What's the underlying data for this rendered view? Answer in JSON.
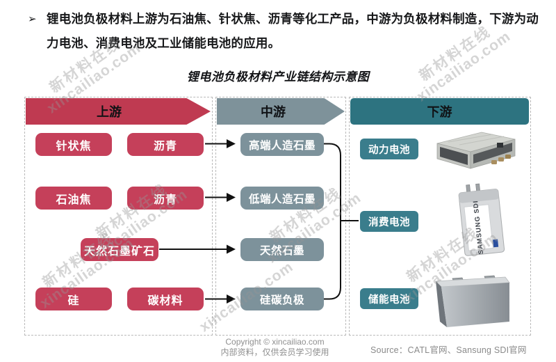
{
  "intro": {
    "bullet_glyph": "➢",
    "text": "锂电池负极材料上游为石油焦、针状焦、沥青等化工产品，中游为负极材料制造，下游为动力电池、消费电池及工业储能电池的应用。"
  },
  "title": "锂电池负极材料产业链结构示意图",
  "watermark": {
    "line1": "新材料在线",
    "line2": "xincailiao.com"
  },
  "colors": {
    "upstream_header": "#bf3a51",
    "upstream_box": "#c5405a",
    "midstream_header": "#7e929a",
    "midstream_box": "#7d929b",
    "downstream_header": "#2d7380",
    "downstream_box": "#3a7d8c",
    "connector": "#111111"
  },
  "columns": {
    "upstream": {
      "label": "上游",
      "rows": [
        {
          "boxes": [
            "针状焦",
            "沥青"
          ]
        },
        {
          "boxes": [
            "石油焦",
            "沥青"
          ]
        },
        {
          "boxes": [
            "天然石墨矿石"
          ]
        },
        {
          "boxes": [
            "硅",
            "碳材料"
          ]
        }
      ]
    },
    "midstream": {
      "label": "中游",
      "boxes": [
        "高端人造石墨",
        "低端人造石墨",
        "天然石墨",
        "硅碳负极"
      ]
    },
    "downstream": {
      "label": "下游",
      "boxes": [
        "动力电池",
        "消费电池",
        "储能电池"
      ],
      "battery_label": "SAMSUNG SDI"
    }
  },
  "footer": {
    "copyright_line1": "Copyright © xincailiao.com",
    "copyright_line2": "内部资料，仅供会员学习使用",
    "source": "Source：CATL官网、Sansung SDI官网"
  }
}
